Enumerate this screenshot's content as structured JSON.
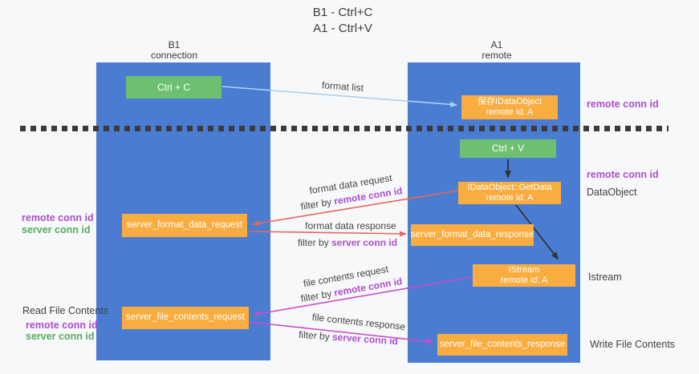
{
  "title": {
    "line1": "B1 - Ctrl+C",
    "line2": "A1 - Ctrl+V"
  },
  "lanes": {
    "left": {
      "name": "B1",
      "role": "connection"
    },
    "right": {
      "name": "A1",
      "role": "remote"
    }
  },
  "nodes": {
    "ctrl_c": {
      "label": "Ctrl + C"
    },
    "ctrl_v": {
      "label": "Ctrl + V"
    },
    "save_idataobject": {
      "line1": "保存IDataObject",
      "line2": "remote id: A"
    },
    "getdata": {
      "line1": "IDataObject::GetData",
      "line2": "remote id: A"
    },
    "istream": {
      "line1": "IStream",
      "line2": "remote id: A"
    },
    "server_format_data_request": {
      "label": "server_format_data_request"
    },
    "server_format_data_response": {
      "label": "server_format_data_response"
    },
    "server_file_contents_request": {
      "label": "server_file_contents_request"
    },
    "server_file_contents_response": {
      "label": "server_file_contents_response"
    }
  },
  "arrow_labels": {
    "format_list": "format list",
    "format_data_request": "format data request",
    "format_data_response": "format data response",
    "file_contents_request": "file contents request",
    "file_contents_response": "file contents response",
    "filter_by": "filter by",
    "remote_conn_id": "remote conn id",
    "server_conn_id": "server conn id"
  },
  "side_labels": {
    "remote_conn_id": "remote conn id",
    "server_conn_id": "server conn id",
    "dataobject": "DataObject",
    "istream": "Istream",
    "read_file_contents": "Read File Contents",
    "write_file_contents": "Write File Contents"
  },
  "colors": {
    "lane_blue": "#4a7dd2",
    "box_green": "#6ec071",
    "box_orange": "#f9ac3f",
    "arrow_red": "#e8655b",
    "arrow_magenta": "#c94bc9",
    "arrow_light_blue": "#a9d3f2",
    "arrow_black": "#333333",
    "label_purple": "#ae4ecd",
    "label_green": "#54ae5e"
  }
}
